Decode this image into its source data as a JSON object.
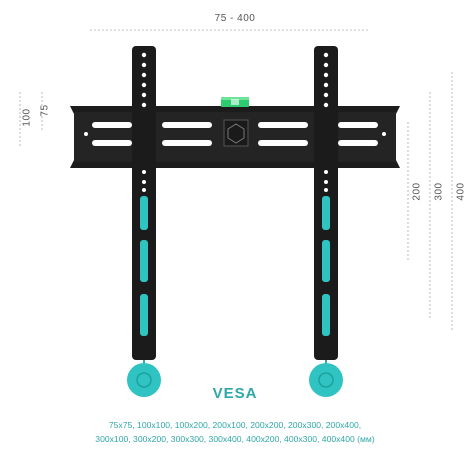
{
  "dimensions": {
    "width_label": "75 - 400",
    "left_outer": "100",
    "left_inner": "75",
    "right_a": "200",
    "right_b": "300",
    "right_c": "400"
  },
  "vesa": {
    "title": "VESA",
    "line1": "75x75, 100x100, 100x200, 200x100, 200x200, 200x300, 200x400,",
    "line2": "300x100, 300x200, 300x300, 300x400, 400x200, 400x300, 400x400 (мм)"
  },
  "colors": {
    "accent": "#2fa8a6",
    "metal": "#1b1b1b",
    "level": "#2ecc71"
  }
}
